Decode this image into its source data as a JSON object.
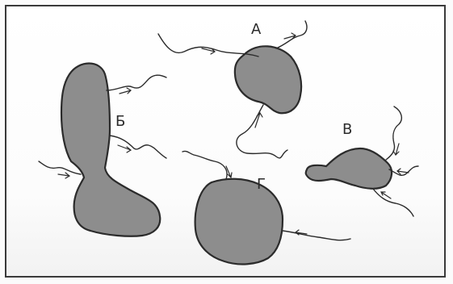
{
  "figure": {
    "labels": {
      "a": "А",
      "b": "Б",
      "v": "В",
      "g": "Г"
    },
    "colors": {
      "cell_fill": "#8d8d8d",
      "outline": "#2b2b2b",
      "frame": "#3a3a3a"
    }
  }
}
